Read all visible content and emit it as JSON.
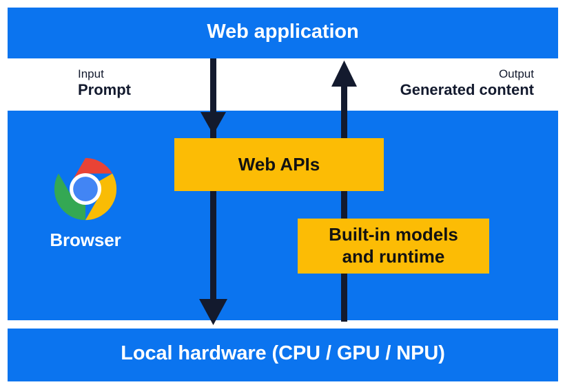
{
  "diagram": {
    "title": "Web application",
    "bands": [
      {
        "id": "web-application",
        "label": "Web application"
      },
      {
        "id": "browser",
        "label": ""
      },
      {
        "id": "local-hardware",
        "label": "Local hardware (CPU / GPU / NPU)"
      }
    ],
    "annotations": {
      "input": {
        "kicker": "Input",
        "main": "Prompt"
      },
      "output": {
        "kicker": "Output",
        "main": "Generated content"
      }
    },
    "boxes": [
      {
        "id": "web-apis",
        "label": "Web APIs"
      },
      {
        "id": "built-in-models",
        "label": "Built-in models and runtime",
        "line1": "Built-in models",
        "line2": "and runtime"
      }
    ],
    "browser": {
      "label": "Browser",
      "icon": "chrome-logo"
    },
    "flows": [
      {
        "id": "input-flow",
        "direction": "down",
        "from": "Web application",
        "to": "Local hardware (CPU / GPU / NPU)"
      },
      {
        "id": "output-flow",
        "direction": "up",
        "from": "Local hardware (CPU / GPU / NPU)",
        "to": "Web application"
      }
    ],
    "colors": {
      "band_blue": "#0b74ef",
      "box_yellow": "#fcbc05",
      "arrow_navy": "#131a2e",
      "text_on_blue": "#ffffff",
      "text_on_yellow": "#121212",
      "chrome_red": "#e94335",
      "chrome_yellow": "#f9bc05",
      "chrome_green": "#34a853",
      "chrome_blue": "#4285f4",
      "page_background": "#ffffff"
    }
  }
}
